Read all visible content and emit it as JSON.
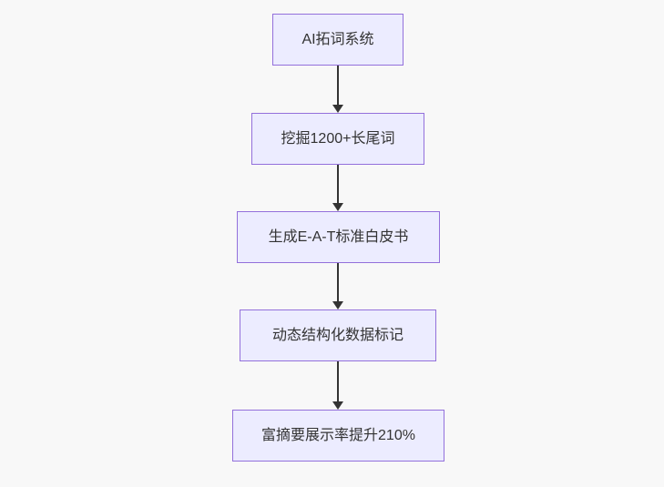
{
  "diagram": {
    "type": "flowchart",
    "direction": "top-down",
    "nodes": [
      {
        "id": "node-ai-word-expansion-system",
        "label": "AI拓词系统"
      },
      {
        "id": "node-mine-longtail-keywords",
        "label": "挖掘1200+长尾词"
      },
      {
        "id": "node-generate-eat-whitepaper",
        "label": "生成E-A-T标准白皮书"
      },
      {
        "id": "node-dynamic-structured-data",
        "label": "动态结构化数据标记"
      },
      {
        "id": "node-rich-snippet-increase",
        "label": "富摘要展示率提升210%"
      }
    ],
    "edges": [
      {
        "from": 0,
        "to": 1
      },
      {
        "from": 1,
        "to": 2
      },
      {
        "from": 2,
        "to": 3
      },
      {
        "from": 3,
        "to": 4
      }
    ],
    "colors": {
      "background": "#f8f8f8",
      "node_fill": "#ececff",
      "node_border": "#9370db",
      "text": "#333333",
      "arrow": "#333333"
    }
  }
}
